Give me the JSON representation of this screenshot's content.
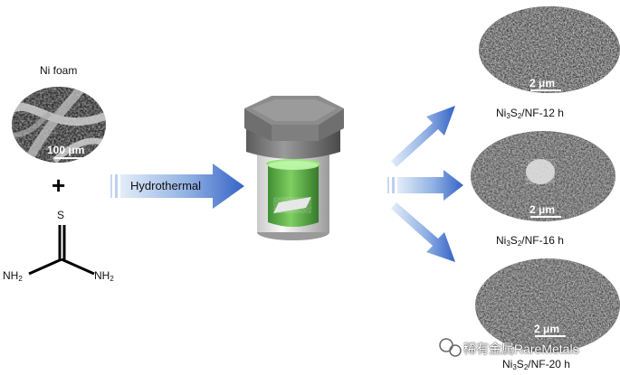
{
  "left": {
    "foam_label": "Ni foam",
    "foam_scale": "100 μm",
    "plus": "+",
    "molecule": {
      "s": "S",
      "nh2": "NH",
      "sub2": "2"
    }
  },
  "process": {
    "label": "Hydrothermal"
  },
  "products": [
    {
      "scale": "2 μm",
      "ni": "Ni",
      "n3": "3",
      "s": "S",
      "n2": "2",
      "suffix": "/NF-12 h"
    },
    {
      "scale": "2 μm",
      "ni": "Ni",
      "n3": "3",
      "s": "S",
      "n2": "2",
      "suffix": "/NF-16 h"
    },
    {
      "scale": "2 μm",
      "ni": "Ni",
      "n3": "3",
      "s": "S",
      "n2": "2",
      "suffix": "/NF-20 h"
    }
  ],
  "watermark": {
    "text": "稀有金属RareMetals"
  },
  "colors": {
    "arrow": "#3d6fcf",
    "arrow_light": "#d6e4f7",
    "liquid": "#5cb04a",
    "glow": "#b9f5a4",
    "lid": "#6b6b6b"
  }
}
